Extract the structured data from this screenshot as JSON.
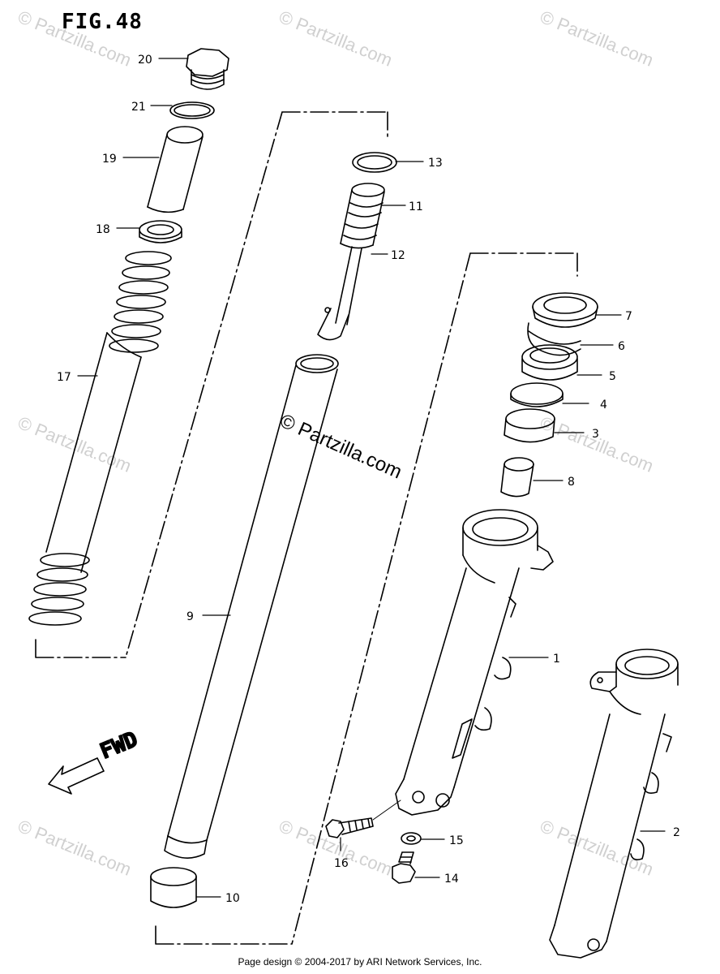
{
  "title": "FIG.48",
  "footer": "Page design © 2004-2017 by ARI Network Services, Inc.",
  "watermark": "© Partzilla.com",
  "fwd_label": "FWD",
  "callouts": {
    "c1": "1",
    "c2": "2",
    "c3": "3",
    "c4": "4",
    "c5": "5",
    "c6": "6",
    "c7": "7",
    "c8": "8",
    "c9": "9",
    "c10": "10",
    "c11": "11",
    "c12": "12",
    "c13": "13",
    "c14": "14",
    "c15": "15",
    "c16": "16",
    "c17": "17",
    "c18": "18",
    "c19": "19",
    "c20": "20",
    "c21": "21"
  },
  "colors": {
    "line": "#000000",
    "watermark": "#d0d0d0",
    "background": "#ffffff"
  }
}
